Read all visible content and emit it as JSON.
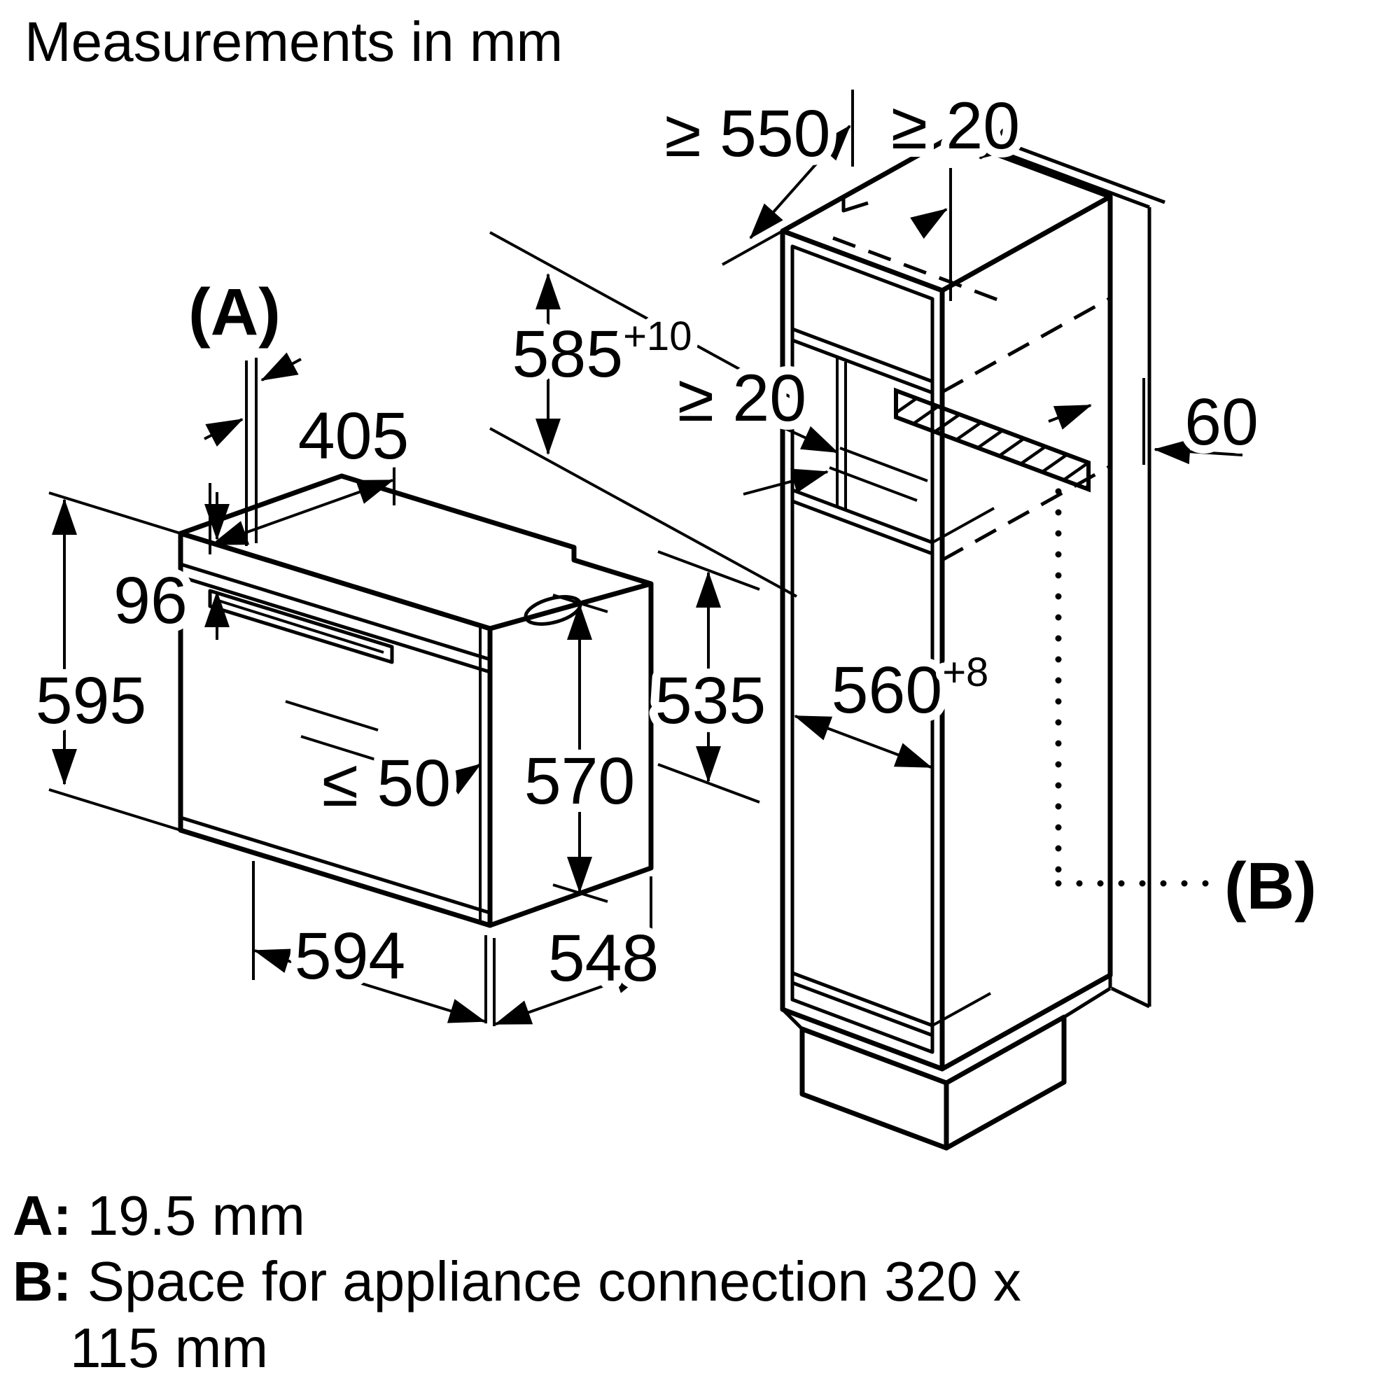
{
  "title": "Measurements in mm",
  "colors": {
    "line": "#000000",
    "background": "#ffffff"
  },
  "diagram": {
    "oven": {
      "dim_a_label": "(A)",
      "top_depth": "405",
      "panel_height": "96",
      "height": "595",
      "door_clearance": "≤ 50",
      "body_height": "570",
      "width": "594",
      "depth": "548"
    },
    "cabinet": {
      "top_clearance": "≥ 550",
      "rear_gap_top": "≥ 20",
      "niche_height": "585",
      "niche_height_tol": "+10",
      "rear_gap_mid": "≥ 20",
      "vent_width": "60",
      "lower_height": "535",
      "niche_width": "560",
      "niche_width_tol": "+8",
      "dim_b_label": "(B)"
    }
  },
  "legend": {
    "a_key": "A:",
    "a_text": "19.5 mm",
    "b_key": "B:",
    "b_text": "Space for appliance connection 320 x 115 mm"
  }
}
